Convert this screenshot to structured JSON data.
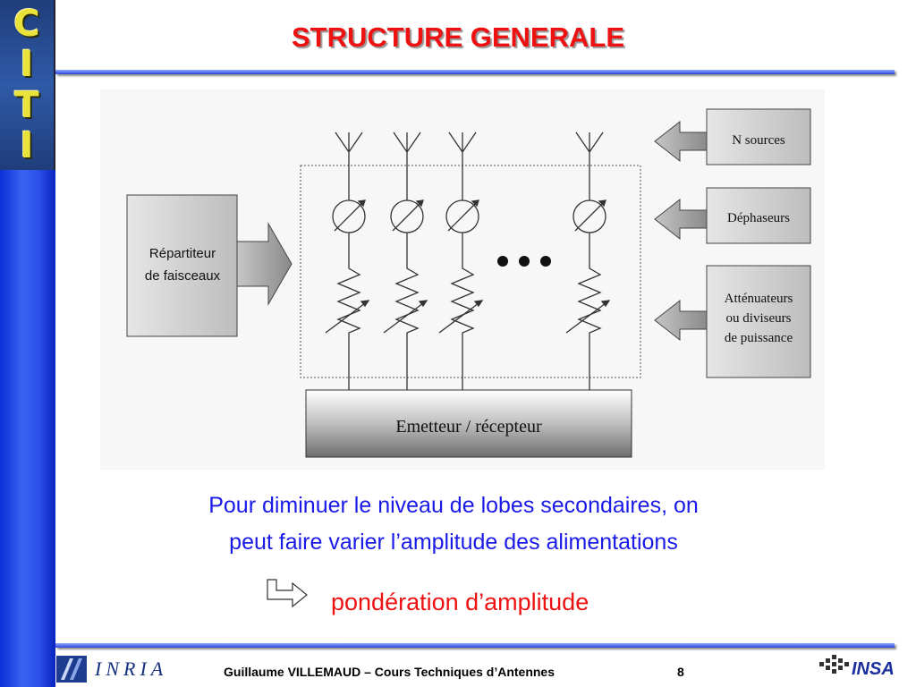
{
  "slide": {
    "title": "STRUCTURE GENERALE",
    "body": [
      "Pour diminuer le niveau de lobes secondaires, on",
      "peut faire varier l’amplitude des alimentations"
    ],
    "highlight": "pondération d’amplitude",
    "footer": "Guillaume VILLEMAUD – Cours Techniques d’Antennes",
    "page_number": "8"
  },
  "sidebar": {
    "logo_letters": [
      "C",
      "I",
      "T",
      "I"
    ]
  },
  "logos": {
    "left": "INRIA",
    "right": "INSA"
  },
  "diagram": {
    "left_box": [
      "Répartiteur",
      "de faisceaux"
    ],
    "bottom_box": "Emetteur / récepteur",
    "right_labels": {
      "sources": "N sources",
      "phase": "Déphaseurs",
      "atten": [
        "Atténuateurs",
        "ou diviseurs",
        "de puissance"
      ]
    }
  },
  "colors": {
    "title": "#ee1111",
    "body": "#1a1ae8",
    "sidebar": "#2a50e8",
    "rule": "#2948d9"
  }
}
